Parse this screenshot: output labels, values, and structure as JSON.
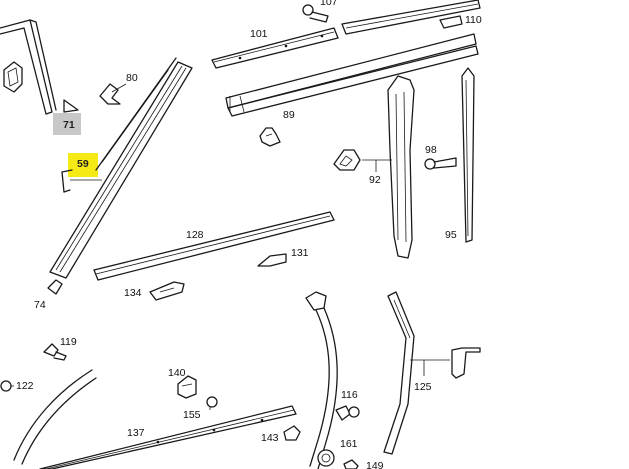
{
  "labels": {
    "l107": "107",
    "l110": "110",
    "l101": "101",
    "l80": "80",
    "l71": "71",
    "l89": "89",
    "l59": "59",
    "l98": "98",
    "l92": "92",
    "l95": "95",
    "l128": "128",
    "l131": "131",
    "l134": "134",
    "l74": "74",
    "l119": "119",
    "l122": "122",
    "l140": "140",
    "l116": "116",
    "l125": "125",
    "l155": "155",
    "l137": "137",
    "l143": "143",
    "l161": "161",
    "l149": "149"
  },
  "highlights": {
    "selected_color": "#f5ea14",
    "muted_color": "#c8c8c8"
  }
}
